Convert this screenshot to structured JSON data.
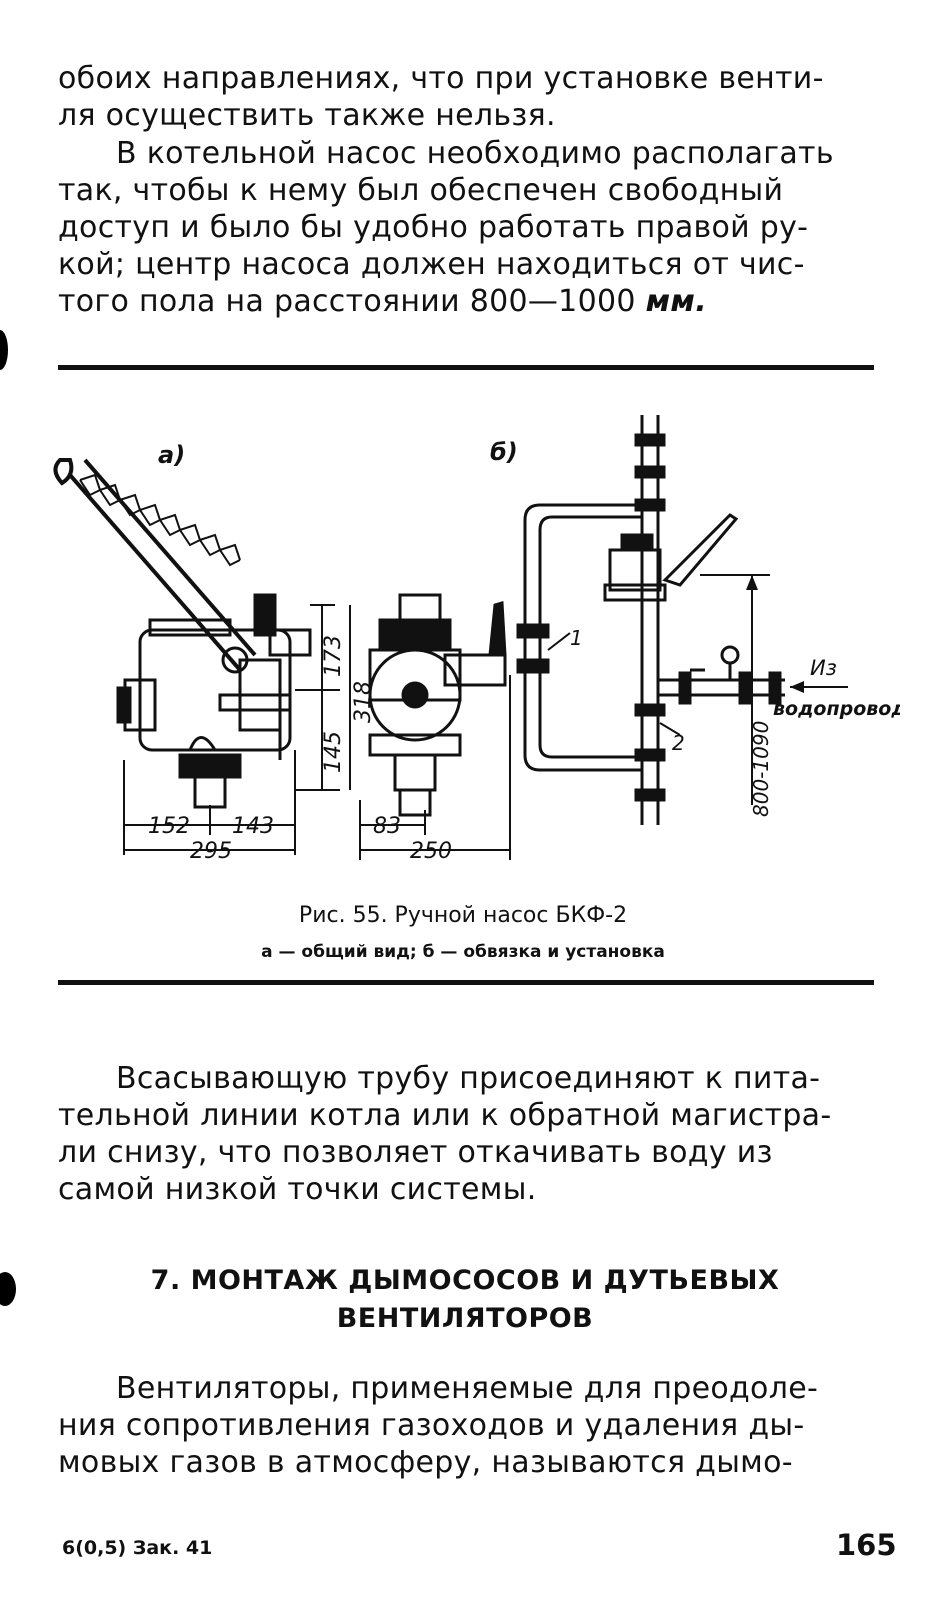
{
  "paragraph_top": {
    "lines": [
      "обоих направлениях, что при установке венти-",
      "ля осуществить также нельзя."
    ]
  },
  "paragraph_pump": {
    "lines": [
      "В котельной насос необходимо располагать",
      "так, чтобы к нему был обеспечен свободный",
      "доступ и было бы удобно работать правой ру-",
      "кой; центр насоса должен находиться от чис-",
      "того пола на расстоянии 800—1000"
    ],
    "unit": "мм."
  },
  "figure": {
    "label_a": "а)",
    "label_b": "б)",
    "dims_a": {
      "d173": "173",
      "d318": "318",
      "d145": "145",
      "d152": "152",
      "d143": "143",
      "d295": "295"
    },
    "dims_b": {
      "d83": "83",
      "d250": "250"
    },
    "install": {
      "callout_1": "1",
      "callout_2": "2",
      "label_from": "Из",
      "label_water": "водопровода",
      "height_range": "800-1090"
    }
  },
  "caption": {
    "title": "Рис. 55. Ручной насос БКФ-2",
    "subtitle": "а — общий вид; б — обвязка и установка"
  },
  "paragraph_suction": {
    "lines": [
      "Всасывающую трубу присоединяют к пита-",
      "тельной линии котла или к обратной магистра-",
      "ли снизу, что позволяет откачивать воду из",
      "самой низкой точки системы."
    ]
  },
  "section_heading": {
    "line1": "7. МОНТАЖ ДЫМОСОСОВ И ДУТЬЕВЫХ",
    "line2": "ВЕНТИЛЯТОРОВ"
  },
  "paragraph_fans": {
    "lines": [
      "Вентиляторы, применяемые для преодоле-",
      "ния сопротивления газоходов и удаления ды-",
      "мовых газов в атмосферу, называются дымо-"
    ]
  },
  "footer": {
    "left": "6(0,5) Зак. 41",
    "page_number": "165"
  }
}
